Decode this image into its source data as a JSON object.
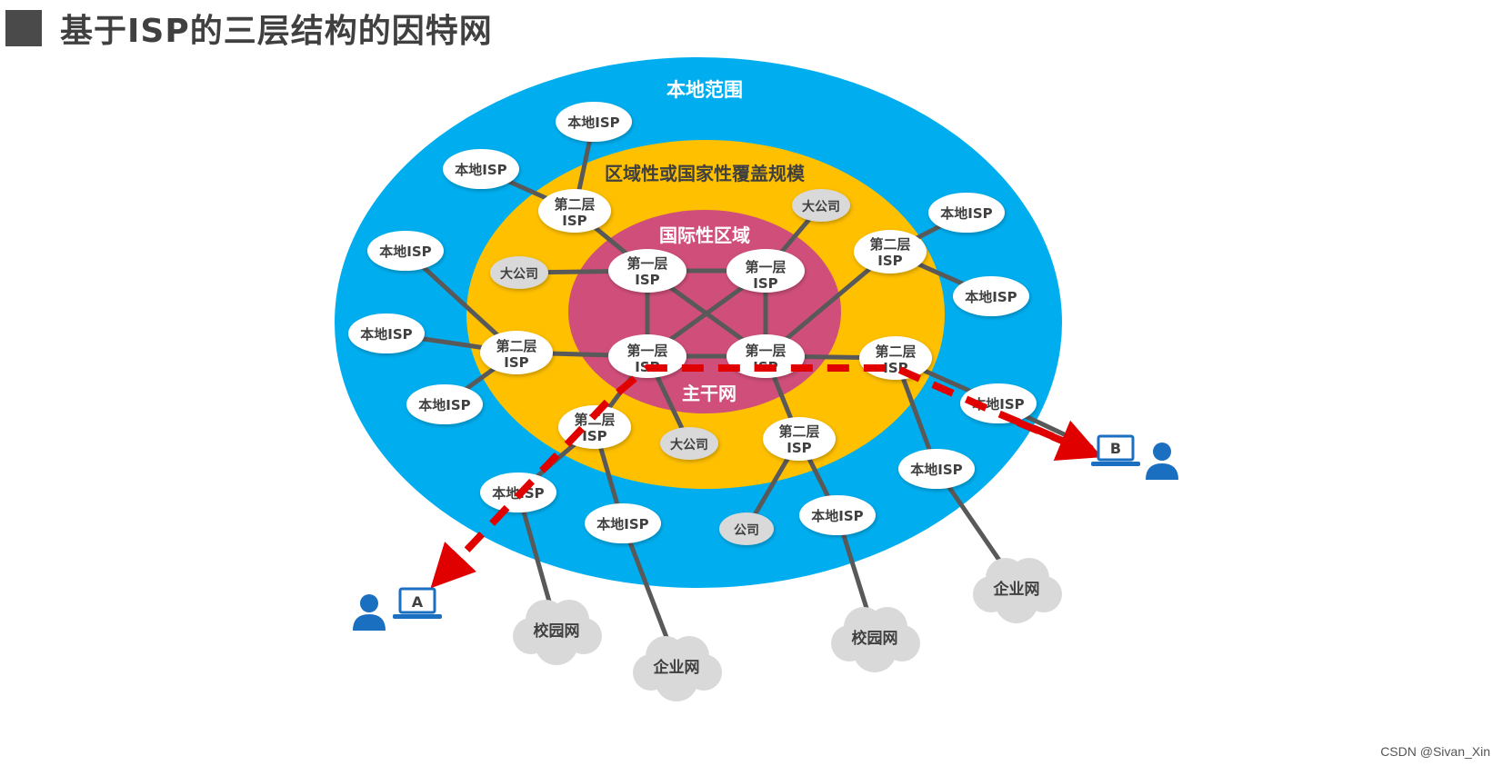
{
  "header": {
    "title": "基于ISP的三层结构的因特网"
  },
  "zones": {
    "local": "本地范围",
    "regional": "区域性或国家性覆盖规模",
    "international": "国际性区域",
    "backbone": "主干网"
  },
  "node_labels": {
    "tier1_line1": "第一层",
    "tier2_line1": "第二层",
    "isp": "ISP",
    "local_isp": "本地ISP",
    "big_company": "大公司",
    "company": "公司",
    "campus_net": "校园网",
    "enterprise_net": "企业网"
  },
  "hosts": {
    "a": "A",
    "b": "B"
  },
  "footer": {
    "credit": "CSDN @Sivan_Xin"
  },
  "colors": {
    "local_zone": "#00aeef",
    "regional_zone": "#ffc000",
    "international_zone": "#d04f7a",
    "node_fill": "#ffffff",
    "company_fill": "#d9d9d9",
    "cloud_fill": "#d9d9d9",
    "link": "#595959",
    "path": "#e00000",
    "host_icon": "#1a6fc0"
  }
}
